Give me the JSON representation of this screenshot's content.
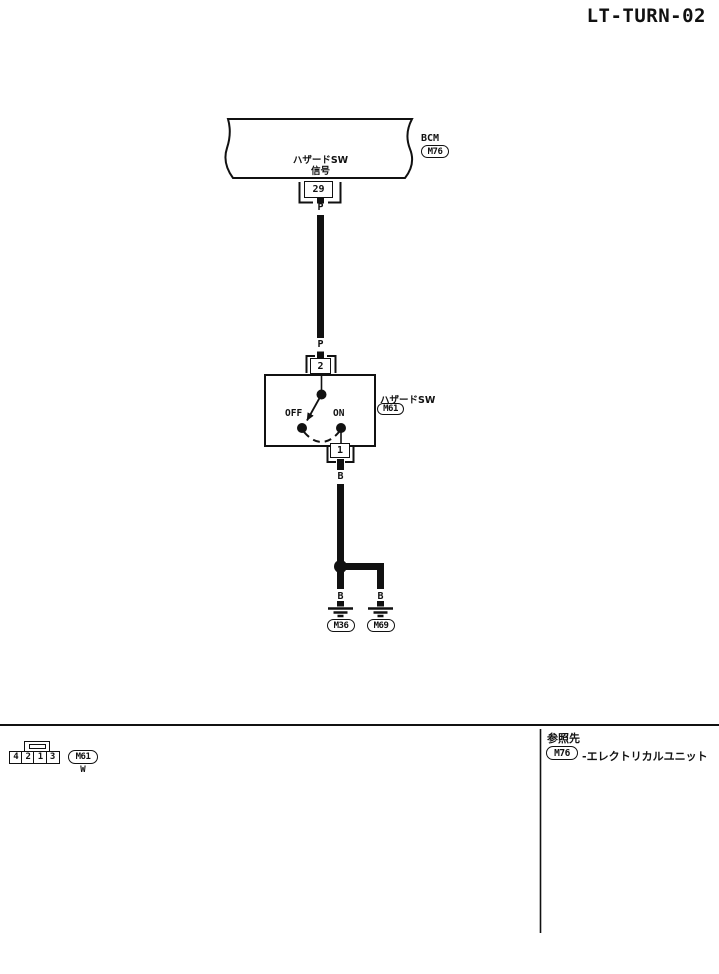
{
  "title": "LT-TURN-02",
  "bcm": {
    "name": "BCM",
    "connector": "M76",
    "signal_line1": "ハザードSW",
    "signal_line2": "信号",
    "terminal": "29",
    "wire_color_top": "P",
    "wire_color_bottom": "P"
  },
  "hazard_switch": {
    "name": "ハザードSW",
    "connector": "M61",
    "terminal_in": "2",
    "terminal_out": "1",
    "off_label": "OFF",
    "on_label": "ON",
    "wire_color": "B"
  },
  "grounds": {
    "left": {
      "wire_color": "B",
      "connector": "M36"
    },
    "right": {
      "wire_color": "B",
      "connector": "M69"
    }
  },
  "footer": {
    "connector_view": {
      "pins": [
        "4",
        "2",
        "1",
        "3"
      ],
      "connector": "M61",
      "color_code": "W"
    },
    "reference": {
      "heading": "参照先",
      "item_connector": "M76",
      "item_text": "-エレクトリカルユニット"
    }
  },
  "colors": {
    "ink": "#111111",
    "paper": "#ffffff"
  }
}
